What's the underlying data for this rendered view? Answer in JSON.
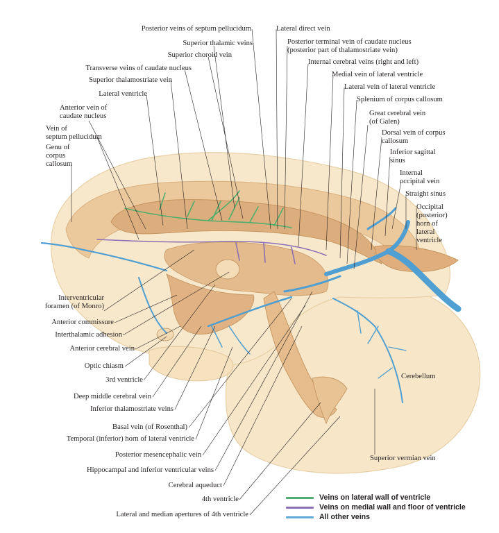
{
  "labels": {
    "posterior_septum_veins": "Posterior veins of septum pellucidum",
    "lateral_direct_vein": "Lateral direct vein",
    "superior_thalamic_veins": "Superior thalamic veins",
    "posterior_terminal_vein": "Posterior terminal vein of caudate nucleus\n(posterior part of thalamostriate vein)",
    "superior_choroid_vein": "Superior choroid vein",
    "internal_cerebral_veins": "Internal cerebral veins (right and left)",
    "transverse_caudate_veins": "Transverse veins of caudate nucleus",
    "medial_vein_lateral_ventricle": "Medial vein of lateral ventricle",
    "superior_thalamostriate_vein": "Superior thalamostriate vein",
    "lateral_vein_lateral_ventricle": "Lateral vein of lateral ventricle",
    "lateral_ventricle": "Lateral ventricle",
    "splenium": "Splenium of corpus callosum",
    "anterior_caudate_vein": "Anterior vein of\ncaudate nucleus",
    "great_cerebral_vein": "Great cerebral vein\n(of Galen)",
    "septum_pellucidum_vein": "Vein of\nseptum pellucidum",
    "dorsal_callosal_vein": "Dorsal vein of corpus\ncallosum",
    "genu": "Genu of\ncorpus\ncallosum",
    "inferior_sagittal_sinus": "Inferior sagittal\nsinus",
    "internal_occipital_vein": "Internal\noccipital vein",
    "straight_sinus": "Straight sinus",
    "occipital_horn": "Occipital\n(posterior)\nhorn of\nlateral\nventricle",
    "interventricular_foramen": "Interventricular\nforamen (of Monro)",
    "anterior_commissure": "Anterior commissure",
    "interthalamic_adhesion": "Interthalamic adhesion",
    "anterior_cerebral_vein": "Anterior cerebral vein",
    "optic_chiasm": "Optic chiasm",
    "third_ventricle": "3rd ventricle",
    "deep_middle_cerebral_vein": "Deep middle cerebral vein",
    "inferior_thalamostriate_veins": "Inferior thalamostriate veins",
    "basal_vein": "Basal vein (of Rosenthal)",
    "temporal_horn": "Temporal (inferior) horn of lateral ventricle",
    "posterior_mesencephalic_vein": "Posterior mesencephalic vein",
    "hippocampal_veins": "Hippocampal and inferior ventricular veins",
    "cerebral_aqueduct": "Cerebral aqueduct",
    "fourth_ventricle": "4th ventricle",
    "apertures_fourth_ventricle": "Lateral and median apertures of 4th ventricle",
    "cerebellum": "Cerebellum",
    "superior_vermian_vein": "Superior vermian vein"
  },
  "legend": [
    {
      "text": "Veins on lateral wall of ventricle",
      "color": "#4fae6e"
    },
    {
      "text": "Veins on medial wall and floor of ventricle",
      "color": "#8a6fb5"
    },
    {
      "text": "All other veins",
      "color": "#5ea9d6"
    }
  ],
  "colors": {
    "tissue_light": "#f6e3c2",
    "tissue_mid": "#e9c79a",
    "ventricle": "#d9a878",
    "vein_blue": "#4f9fd2",
    "vein_green": "#4fae6e",
    "vein_purple": "#8a6fb5"
  }
}
